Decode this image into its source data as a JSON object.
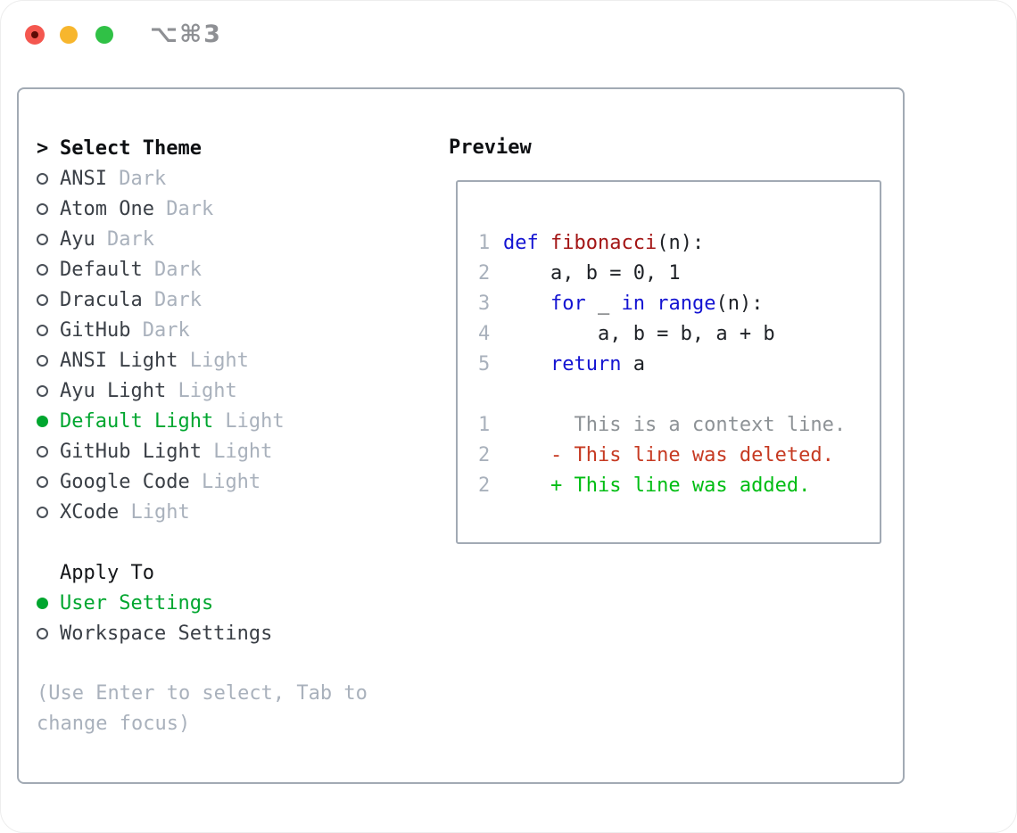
{
  "window": {
    "title": "⌥⌘3",
    "traffic_lights": [
      {
        "name": "close",
        "color": "#f4574f",
        "has_dot": true
      },
      {
        "name": "minimize",
        "color": "#f7b62d",
        "has_dot": false
      },
      {
        "name": "zoom",
        "color": "#30c146",
        "has_dot": false
      }
    ]
  },
  "theme_picker": {
    "heading_prefix": ">",
    "heading": "Select Theme",
    "items": [
      {
        "name": "ANSI",
        "tag": "Dark",
        "selected": false
      },
      {
        "name": "Atom One",
        "tag": "Dark",
        "selected": false
      },
      {
        "name": "Ayu",
        "tag": "Dark",
        "selected": false
      },
      {
        "name": "Default",
        "tag": "Dark",
        "selected": false
      },
      {
        "name": "Dracula",
        "tag": "Dark",
        "selected": false
      },
      {
        "name": "GitHub",
        "tag": "Dark",
        "selected": false
      },
      {
        "name": "ANSI Light",
        "tag": "Light",
        "selected": false
      },
      {
        "name": "Ayu Light",
        "tag": "Light",
        "selected": false
      },
      {
        "name": "Default Light",
        "tag": "Light",
        "selected": true
      },
      {
        "name": "GitHub Light",
        "tag": "Light",
        "selected": false
      },
      {
        "name": "Google Code",
        "tag": "Light",
        "selected": false
      },
      {
        "name": "XCode",
        "tag": "Light",
        "selected": false
      }
    ]
  },
  "apply_to": {
    "heading": "Apply To",
    "options": [
      {
        "label": "User Settings",
        "selected": true
      },
      {
        "label": "Workspace Settings",
        "selected": false
      }
    ]
  },
  "help_text": "(Use Enter to select, Tab to change focus)",
  "preview": {
    "heading": "Preview",
    "code_lines": [
      {
        "num": "1",
        "segments": [
          [
            "kw",
            "def"
          ],
          [
            "pl",
            " "
          ],
          [
            "fn",
            "fibonacci"
          ],
          [
            "pl",
            "(n):"
          ]
        ]
      },
      {
        "num": "2",
        "segments": [
          [
            "pl",
            "    a, b = 0, 1"
          ]
        ]
      },
      {
        "num": "3",
        "segments": [
          [
            "pl",
            "    "
          ],
          [
            "kw",
            "for"
          ],
          [
            "pl",
            " _ "
          ],
          [
            "kw",
            "in"
          ],
          [
            "pl",
            " "
          ],
          [
            "kw",
            "range"
          ],
          [
            "pl",
            "(n):"
          ]
        ]
      },
      {
        "num": "4",
        "segments": [
          [
            "pl",
            "        a, b = b, a + b"
          ]
        ]
      },
      {
        "num": "5",
        "segments": [
          [
            "pl",
            "    "
          ],
          [
            "kw",
            "return"
          ],
          [
            "pl",
            " a"
          ]
        ]
      }
    ],
    "diff_lines": [
      {
        "num": "1",
        "kind": "context",
        "line": "      This is a context line."
      },
      {
        "num": "2",
        "kind": "deleted",
        "line": "    - This line was deleted."
      },
      {
        "num": "2",
        "kind": "added",
        "line": "    + This line was added."
      }
    ]
  },
  "colors": {
    "selected_green": "#00a62f",
    "added_green": "#00bd13",
    "deleted_red": "#c63a22",
    "keyword_blue": "#1414d2",
    "function_red": "#a31515",
    "muted_gray": "#a9b1bc",
    "border_gray": "#a2aab4",
    "text_dark": "#3a3f46"
  }
}
